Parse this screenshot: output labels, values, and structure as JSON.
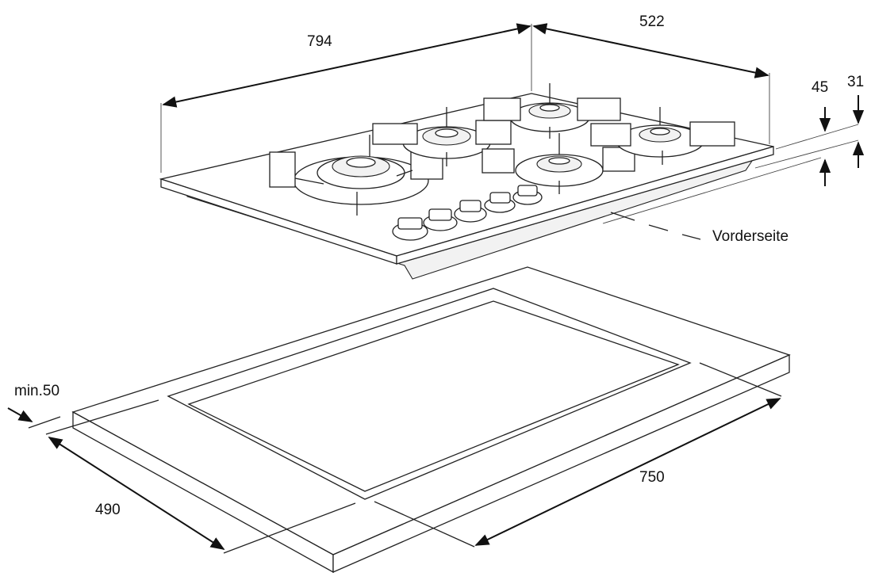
{
  "labels": {
    "width_total": "794",
    "depth_total": "522",
    "height_total": "45",
    "height_glass": "31",
    "front_side": "Vorderseite",
    "min_distance": "min.50",
    "cutout_depth": "490",
    "cutout_width": "750"
  },
  "colors": {
    "line": "#222222",
    "background": "#ffffff"
  }
}
